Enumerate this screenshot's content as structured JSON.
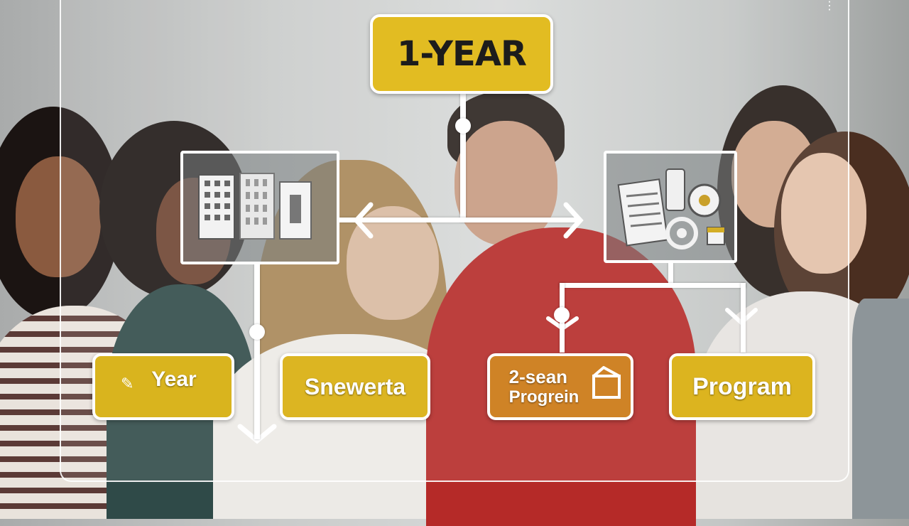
{
  "diagram": {
    "top": "1-YEAR",
    "boxes": [
      {
        "id": "left",
        "text": "Year",
        "subtext": "",
        "color": "#d9b41e"
      },
      {
        "id": "center-left",
        "text": "Snewerta",
        "subtext": "",
        "color": "#dcb522"
      },
      {
        "id": "center-right",
        "text": "2-sean Progrein",
        "line1": "2-sean",
        "line2": "Progrein",
        "color": "#cf8326"
      },
      {
        "id": "right",
        "text": "Program",
        "subtext": "",
        "color": "#dcb41f"
      }
    ],
    "icons": {
      "left_panel": "buildings-icon",
      "right_panel": "documents-gears-icon"
    }
  },
  "colors": {
    "yellow": "#e2bc22",
    "orange": "#cf8326",
    "panel_line": "#ffffff"
  }
}
